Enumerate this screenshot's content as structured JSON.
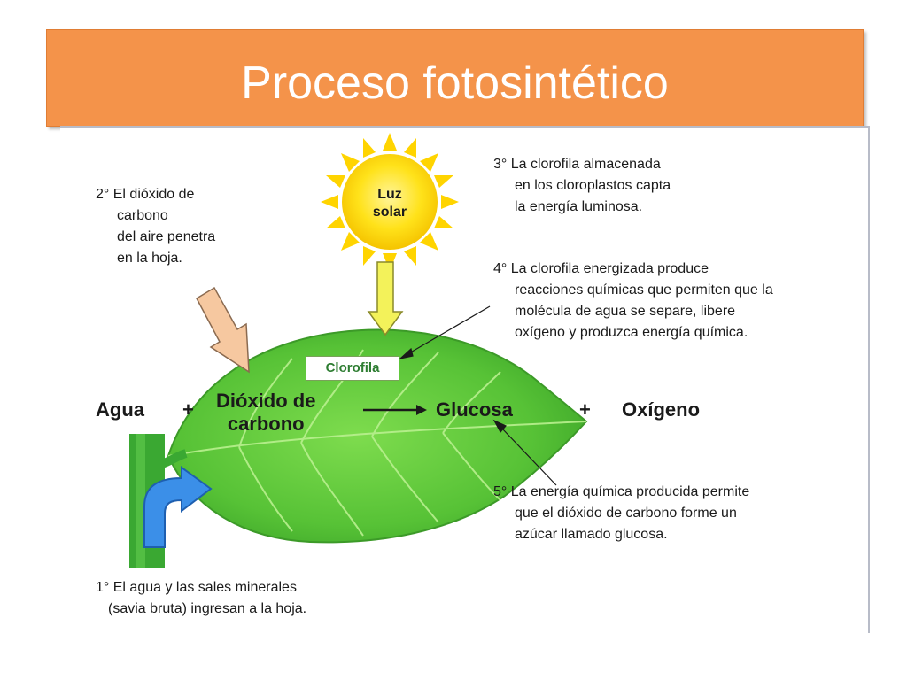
{
  "header": {
    "title": "Proceso fotosintético"
  },
  "sun": {
    "label_line1": "Luz",
    "label_line2": "solar"
  },
  "equation": {
    "reactant1": "Agua",
    "plus1": "+",
    "reactant2_line1": "Dióxido de",
    "reactant2_line2": "carbono",
    "product1": "Glucosa",
    "plus2": "+",
    "product2": "Oxígeno"
  },
  "chlorophyll_label": "Clorofila",
  "steps": {
    "step1": {
      "line1": "1° El agua y las sales minerales",
      "line2": "(savia bruta) ingresan a la hoja."
    },
    "step2": {
      "line1": "2° El dióxido de",
      "line2": "carbono",
      "line3": "del aire penetra",
      "line4": "en la hoja."
    },
    "step3": {
      "line1": "3° La clorofila almacenada",
      "line2": "en los cloroplastos capta",
      "line3": "la energía luminosa."
    },
    "step4": {
      "line1": "4° La clorofila energizada  produce",
      "line2": "reacciones químicas  que permiten que la",
      "line3": "molécula de agua se separe, libere",
      "line4": "oxígeno y produzca  energía química."
    },
    "step5": {
      "line1": "5° La energía química  producida permite",
      "line2": "que el dióxido de carbono forme un",
      "line3": "azúcar llamado glucosa."
    }
  },
  "colors": {
    "title_bar": "#f4934a",
    "leaf": "#5cc63a",
    "sun": "#ffe01a",
    "co2_arrow": "#f6c8a0",
    "sun_arrow": "#f3f25a",
    "water_arrow": "#3b8fe8",
    "stem": "#3aa832"
  }
}
